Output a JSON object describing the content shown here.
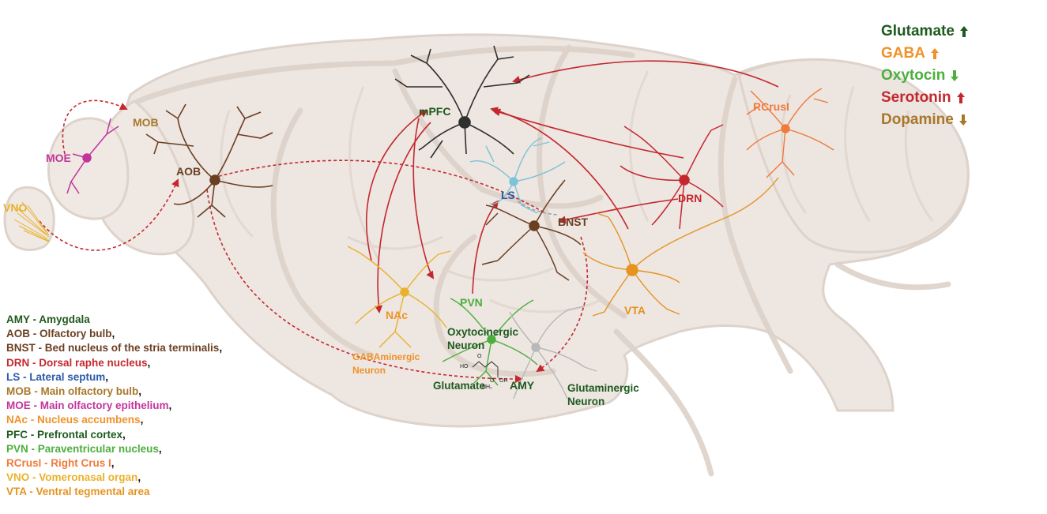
{
  "colors": {
    "brain_fill": "#ece5e0",
    "brain_stroke": "#d9cfc8",
    "glutamate": "#1e5a1e",
    "gaba": "#f0922a",
    "oxytocin": "#4caf3c",
    "serotonin": "#c4282f",
    "dopamine": "#a8782a",
    "moe": "#c2359c",
    "vno": "#e9b12c",
    "mob": "#a8782a",
    "aob": "#6b3f22",
    "ls": "#2b5ba8",
    "mpfc": "#2f2f2f",
    "ls_neuron": "#7cc3d8",
    "rcrusl": "#f07a3c",
    "vta": "#e69320",
    "arrow": "#c4282f"
  },
  "key": [
    {
      "label": "Glutamate",
      "color": "#1e5a1e",
      "direction": "up",
      "arrow_color": "#1e5a1e"
    },
    {
      "label": "GABA",
      "color": "#f0922a",
      "direction": "up",
      "arrow_color": "#f0922a"
    },
    {
      "label": "Oxytocin",
      "color": "#4caf3c",
      "direction": "down",
      "arrow_color": "#4caf3c"
    },
    {
      "label": "Serotonin",
      "color": "#c4282f",
      "direction": "up",
      "arrow_color": "#c4282f"
    },
    {
      "label": "Dopamine",
      "color": "#a8782a",
      "direction": "down",
      "arrow_color": "#a8782a"
    }
  ],
  "regions": {
    "moe": "MOE",
    "vno": "VNO",
    "mob": "MOB",
    "aob": "AOB",
    "mpfc": "mPFC",
    "ls": "LS",
    "bnst": "BNST",
    "drn": "DRN",
    "rcrusl": "RCrusI",
    "vta": "VTA",
    "nac": "NAc",
    "pvn": "PVN",
    "amy": "AMY"
  },
  "neuron_labels": {
    "oxytocinergic_1": "Oxytocinergic",
    "oxytocinergic_2": "Neuron",
    "gabaergic_1": "GABAminergic",
    "gabaergic_2": "Neuron",
    "glutaminergic_1": "Glutaminergic",
    "glutaminergic_2": "Neuron",
    "glutamate": "Glutamate"
  },
  "molecule": {
    "ho": "HO",
    "o1": "O",
    "o2": "O",
    "oh": "OH",
    "nh2": "NH₂"
  },
  "legend": [
    {
      "abbr": "AMY",
      "sep": " - ",
      "name": "Amygdala",
      "trail": "",
      "color": "#1e5a1e"
    },
    {
      "abbr": "AOB",
      "sep": " - ",
      "name": "Olfactory bulb",
      "trail": ",",
      "color": "#6b3f22"
    },
    {
      "abbr": "BNST",
      "sep": " - ",
      "name": "Bed nucleus of the stria terminalis",
      "trail": ",",
      "color": "#6b3f22"
    },
    {
      "abbr": "DRN",
      "sep": " - ",
      "name": "Dorsal raphe nucleus",
      "trail": ",",
      "color": "#c4282f"
    },
    {
      "abbr": "LS",
      "sep": " - ",
      "name": "Lateral septum",
      "trail": ",",
      "color": "#2b5ba8"
    },
    {
      "abbr": "MOB",
      "sep": " - ",
      "name": "Main olfactory bulb",
      "trail": ",",
      "color": "#a8782a"
    },
    {
      "abbr": "MOE",
      "sep": " - ",
      "name": "Main olfactory epithelium",
      "trail": ",",
      "color": "#c2359c"
    },
    {
      "abbr": "NAc",
      "sep": " - ",
      "name": "Nucleus accumbens",
      "trail": ",",
      "color": "#f0922a"
    },
    {
      "abbr": "PFC",
      "sep": " - ",
      "name": "Prefrontal cortex",
      "trail": ",",
      "color": "#1e5a1e"
    },
    {
      "abbr": "PVN",
      "sep": " - ",
      "name": "Paraventricular nucleus",
      "trail": ",",
      "color": "#4caf3c"
    },
    {
      "abbr": "RCrusI",
      "sep": " - ",
      "name": "Right Crus I",
      "trail": ",",
      "color": "#f07a3c"
    },
    {
      "abbr": "VNO",
      "sep": " - ",
      "name": "Vomeronasal organ",
      "trail": ",",
      "color": "#e9b12c"
    },
    {
      "abbr": "VTA",
      "sep": " - ",
      "name": "Ventral tegmental area",
      "trail": "",
      "color": "#e69320"
    }
  ]
}
